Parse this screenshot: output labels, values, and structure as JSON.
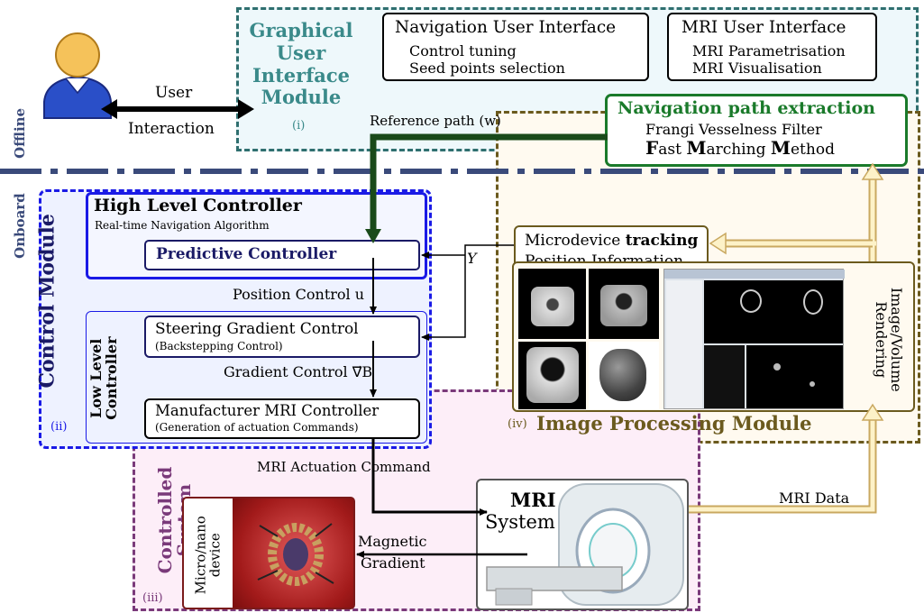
{
  "labels": {
    "offline": "Offline",
    "onboard": "Onboard",
    "user": "User",
    "interaction": "Interaction",
    "reference_path": "Reference  path (w)",
    "y_signal": "Y",
    "position_control": "Position Control  u",
    "gradient_control": "Gradient Control  ∇⃗B",
    "mri_actuation_command": "MRI Actuation  Command",
    "mri_data": "MRI Data",
    "magnetic": "Magnetic",
    "gradient": "Gradient"
  },
  "gui_module": {
    "title_lines": [
      "Graphical",
      "User",
      "Interface",
      "Module"
    ],
    "index": "(i)",
    "nav_ui": {
      "title": "Navigation User Interface",
      "items": [
        "Control tuning",
        "Seed points selection"
      ]
    },
    "mri_ui": {
      "title": "MRI User Interface",
      "items": [
        "MRI Parametrisation",
        "MRI Visualisation"
      ]
    }
  },
  "path_extraction": {
    "title": "Navigation path extraction",
    "line1": "Frangi Vesselness Filter",
    "fmm": [
      {
        "big": "F",
        "rest": "ast "
      },
      {
        "big": "M",
        "rest": "arching "
      },
      {
        "big": "M",
        "rest": "ethod"
      }
    ]
  },
  "control_module": {
    "title": "Control Module",
    "index": "(ii)",
    "high_level": {
      "title": "High Level Controller",
      "subtitle": "Real-time Navigation Algorithm"
    },
    "predictive": "Predictive Controller",
    "low_level_lines": [
      "Low Level",
      "Controller"
    ],
    "steering": {
      "title": "Steering Gradient Control",
      "subtitle": "(Backstepping Control)"
    },
    "manufacturer": {
      "title": "Manufacturer MRI Controller",
      "subtitle": "(Generation of actuation Commands)"
    }
  },
  "image_module": {
    "title": "Image Processing Module",
    "index": "(iv)",
    "tracking": {
      "line1_pre": "Microdevice ",
      "line1_bold": "tracking",
      "line2": "Position Information"
    },
    "rendering_lines": [
      "Image/Volume",
      "Rendering"
    ]
  },
  "controlled_system": {
    "title_lines": [
      "Controlled",
      "System"
    ],
    "index": "(iii)",
    "device_lines": [
      "Micro/nano",
      "device"
    ],
    "mri_system": {
      "line1": "MRI",
      "line2": "System"
    }
  },
  "colors": {
    "gui_teal": "#2f6f6f",
    "gui_title": "#3a8a8a",
    "control_blue": "#1a1ae6",
    "navy": "#1a1a66",
    "green": "#1a7a2a",
    "olive": "#6b5a1e",
    "purple": "#7a3a7a",
    "separator": "#3a4a7a"
  }
}
